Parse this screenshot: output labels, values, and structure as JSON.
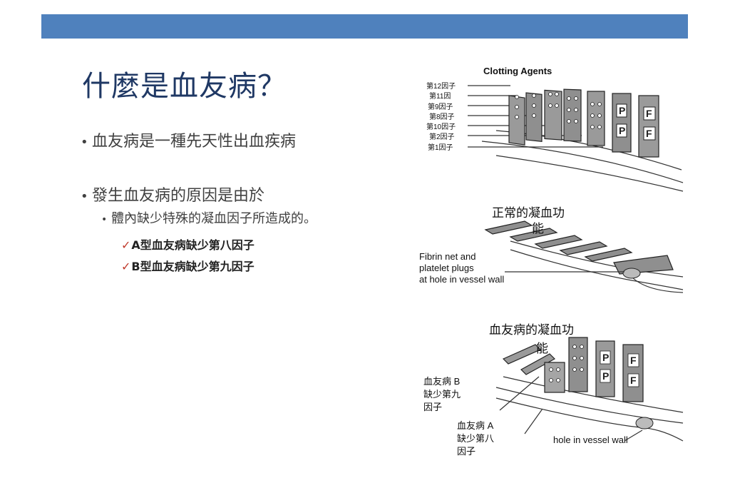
{
  "slide": {
    "title": "什麼是血友病？",
    "bullets": [
      {
        "text": "血友病是一種先天性出血疾病"
      },
      {
        "text": "發生血友病的原因是由於"
      }
    ],
    "sub_bullet": "體內缺少特殊的凝血因子所造成的。",
    "check_items": [
      {
        "mark": "✓",
        "text": "A型血友病缺少第八因子"
      },
      {
        "mark": "✓",
        "text": "B型血友病缺少第九因子"
      }
    ]
  },
  "figure": {
    "top_title": "Clotting Agents",
    "factor_labels": [
      "第12因子",
      "第11因",
      "第9因子",
      "第8因子",
      "第10因子",
      "第2因子",
      "第1因子"
    ],
    "normal_caption_line1": "正常的凝血功",
    "normal_caption_line2": "能",
    "fibrin_label": [
      "Fibrin net and",
      "platelet plugs",
      "at hole in vessel wall"
    ],
    "hemophilia_caption_line1": "血友病的凝血功",
    "hemophilia_caption_line2": "能",
    "hemo_b_label": [
      "血友病 B",
      "缺少第九",
      "因子"
    ],
    "hemo_a_label": [
      "血友病 A",
      "缺少第八",
      "因子"
    ],
    "hole_label": "hole in vessel wall",
    "domino_letters": [
      "P",
      "F"
    ]
  },
  "colors": {
    "header_bar": "#4f81bd",
    "title": "#1f3864",
    "check": "#c0392b"
  }
}
